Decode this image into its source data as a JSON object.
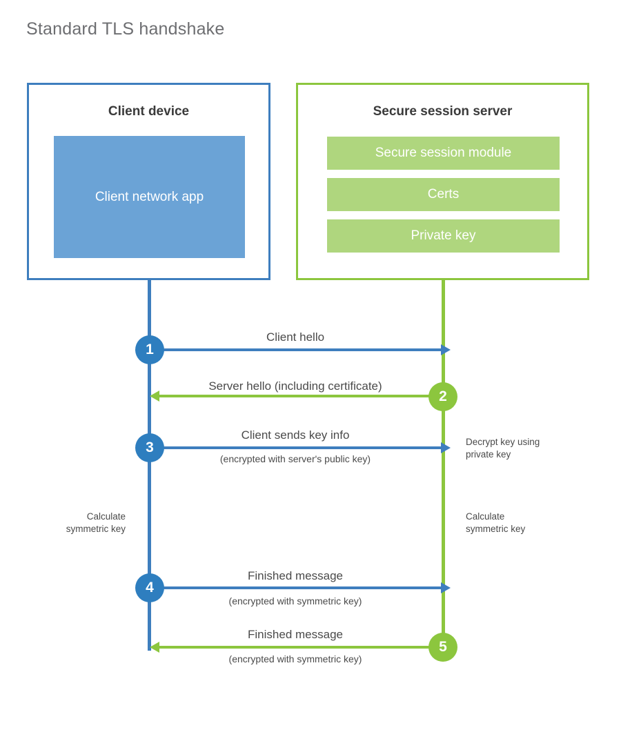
{
  "title": "Standard TLS handshake",
  "client": {
    "box_title": "Client device",
    "app_label": "Client network app",
    "border_color": "#3E7EBE",
    "fill_color": "#6BA3D6",
    "lifeline_color": "#3E7EBE"
  },
  "server": {
    "box_title": "Secure session server",
    "border_color": "#8CC63E",
    "bar_color": "#AFD67E",
    "lifeline_color": "#8CC63E",
    "bars": [
      {
        "label": "Secure session module"
      },
      {
        "label": "Certs"
      },
      {
        "label": "Private key"
      }
    ]
  },
  "steps": [
    {
      "number": "1",
      "direction": "client-to-server",
      "color": "#2E7EBF",
      "label": "Client hello",
      "sublabel": ""
    },
    {
      "number": "2",
      "direction": "server-to-client",
      "color": "#8CC63E",
      "label": "Server hello (including certificate)",
      "sublabel": ""
    },
    {
      "number": "3",
      "direction": "client-to-server",
      "color": "#2E7EBF",
      "label": "Client sends key info",
      "sublabel": "(encrypted with server's public key)"
    },
    {
      "number": "4",
      "direction": "client-to-server",
      "color": "#2E7EBF",
      "label": "Finished message",
      "sublabel": "(encrypted with symmetric key)"
    },
    {
      "number": "5",
      "direction": "server-to-client",
      "color": "#8CC63E",
      "label": "Finished message",
      "sublabel": "(encrypted with symmetric key)"
    }
  ],
  "annotations": {
    "server_decrypt": "Decrypt key using\nprivate key",
    "client_calculate": "Calculate\nsymmetric key",
    "server_calculate": "Calculate\nsymmetric key"
  }
}
